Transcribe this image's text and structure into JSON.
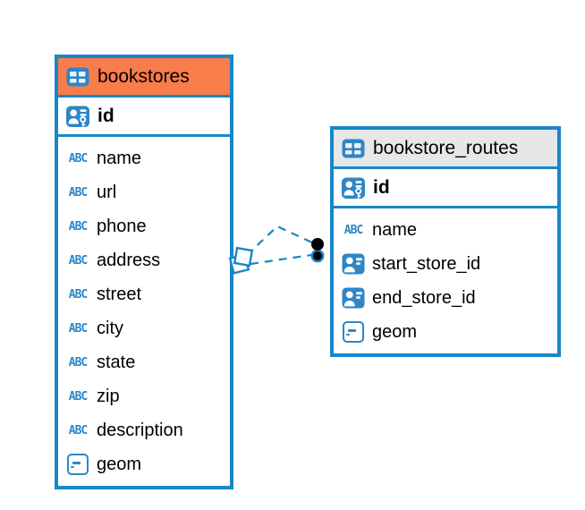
{
  "colors": {
    "accent_blue": "#1787C9",
    "icon_blue": "#2E86C6",
    "bookstores_header_bg": "#F97C4B",
    "routes_header_bg": "#E7E7E7",
    "text": "#000000"
  },
  "icons": {
    "text_type_label": "ABC"
  },
  "tables": [
    {
      "title": "bookstores",
      "pk": "id",
      "columns": [
        {
          "name": "name",
          "type": "text"
        },
        {
          "name": "url",
          "type": "text"
        },
        {
          "name": "phone",
          "type": "text"
        },
        {
          "name": "address",
          "type": "text"
        },
        {
          "name": "street",
          "type": "text"
        },
        {
          "name": "city",
          "type": "text"
        },
        {
          "name": "state",
          "type": "text"
        },
        {
          "name": "zip",
          "type": "text"
        },
        {
          "name": "description",
          "type": "text"
        },
        {
          "name": "geom",
          "type": "geometry"
        }
      ]
    },
    {
      "title": "bookstore_routes",
      "pk": "id",
      "columns": [
        {
          "name": "name",
          "type": "text"
        },
        {
          "name": "start_store_id",
          "type": "reference"
        },
        {
          "name": "end_store_id",
          "type": "reference"
        },
        {
          "name": "geom",
          "type": "geometry"
        }
      ]
    }
  ],
  "relationships": [
    {
      "from_table": "bookstore_routes",
      "to_table": "bookstores",
      "style": "dashed"
    },
    {
      "from_table": "bookstore_routes",
      "to_table": "bookstores",
      "style": "dashed"
    }
  ]
}
